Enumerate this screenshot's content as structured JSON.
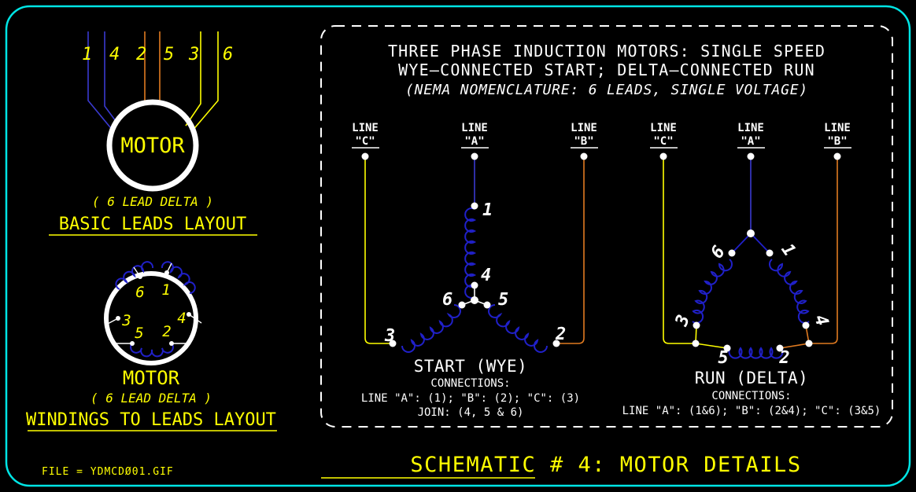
{
  "page": {
    "background": "#000000",
    "border_color": "#00e5e5",
    "file_label": "FILE = YDMCDØ01.GIF",
    "bottom_title": "SCHEMATIC # 4:  MOTOR DETAILS"
  },
  "colors": {
    "line_a": "#3a3ad0",
    "line_b": "#e07a20",
    "line_c": "#ffff00",
    "winding": "#2020c8",
    "terminal": "#ffffff",
    "text": "#ffffff",
    "yellow_text": "#ffff00",
    "motor_circle": "#ffffff"
  },
  "left_panel": {
    "basic_leads": {
      "lead_numbers": [
        "1",
        "4",
        "2",
        "5",
        "3",
        "6"
      ],
      "lead_colors": [
        "#3a3ad0",
        "#3a3ad0",
        "#e07a20",
        "#e07a20",
        "#ffff00",
        "#ffff00"
      ],
      "motor_label": "MOTOR",
      "subtitle": "( 6 LEAD DELTA )",
      "title": "BASIC LEADS LAYOUT"
    },
    "windings_layout": {
      "winding_labels": [
        "6",
        "1",
        "3",
        "4",
        "5",
        "2"
      ],
      "motor_label": "MOTOR",
      "subtitle": "( 6 LEAD DELTA )",
      "title": "WINDINGS TO LEADS LAYOUT"
    }
  },
  "right_panel": {
    "heading": {
      "line1": "THREE PHASE INDUCTION MOTORS: SINGLE SPEED",
      "line2": "WYE—CONNECTED START; DELTA—CONNECTED RUN",
      "line3": "(NEMA NOMENCLATURE: 6 LEADS, SINGLE VOLTAGE)"
    },
    "wye": {
      "line_labels": [
        {
          "name": "LINE",
          "phase": "\"C\"",
          "color": "#ffff00"
        },
        {
          "name": "LINE",
          "phase": "\"A\"",
          "color": "#3a3ad0"
        },
        {
          "name": "LINE",
          "phase": "\"B\"",
          "color": "#e07a20"
        }
      ],
      "terminals": [
        "1",
        "4",
        "6",
        "5",
        "3",
        "2"
      ],
      "title": "START  (WYE)",
      "connections_label": "CONNECTIONS:",
      "connections_line": "LINE \"A\": (1); \"B\": (2); \"C\": (3)",
      "join_line": "JOIN: (4, 5 & 6)"
    },
    "delta": {
      "line_labels": [
        {
          "name": "LINE",
          "phase": "\"C\"",
          "color": "#ffff00"
        },
        {
          "name": "LINE",
          "phase": "\"A\"",
          "color": "#3a3ad0"
        },
        {
          "name": "LINE",
          "phase": "\"B\"",
          "color": "#e07a20"
        }
      ],
      "terminals": [
        "6",
        "1",
        "3",
        "4",
        "5",
        "2"
      ],
      "title": "RUN  (DELTA)",
      "connections_label": "CONNECTIONS:",
      "connections_line": "LINE \"A\": (1&6);  \"B\": (2&4);  \"C\": (3&5)"
    }
  }
}
